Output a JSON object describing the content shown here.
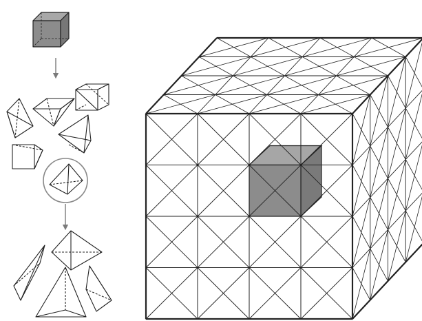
{
  "figure": {
    "stages": [
      {
        "name": "cube",
        "shading": "#8c8c8c"
      },
      {
        "name": "tetrahedral-prisms",
        "count": 6
      },
      {
        "name": "pyramid-selected"
      },
      {
        "name": "tetrahedra",
        "count": 4
      }
    ],
    "mesh": {
      "grid": 4,
      "highlighted_cell": {
        "row": 1,
        "col": 2
      },
      "highlight_color": "#8c8c8c"
    },
    "colors": {
      "stroke": "#222222",
      "arrow": "#7a7a7a",
      "circle": "#888888"
    }
  }
}
